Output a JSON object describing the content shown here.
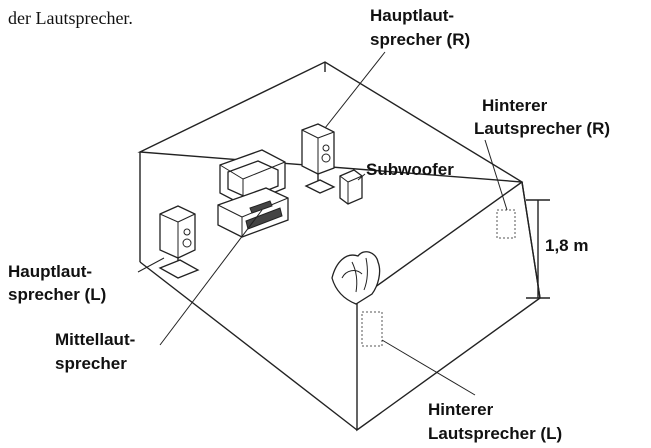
{
  "intro_text": "der Lautsprecher.",
  "labels": {
    "front_right_line1": "Hauptlaut-",
    "front_right_line2": "sprecher (R)",
    "rear_right_line1": "Hinterer",
    "rear_right_line2": "Lautsprecher (R)",
    "subwoofer": "Subwoofer",
    "height": "1,8 m",
    "front_left_line1": "Hauptlaut-",
    "front_left_line2": "sprecher (L)",
    "center_line1": "Mittellaut-",
    "center_line2": "sprecher",
    "rear_left_line1": "Hinterer",
    "rear_left_line2": "Lautsprecher (L)"
  }
}
